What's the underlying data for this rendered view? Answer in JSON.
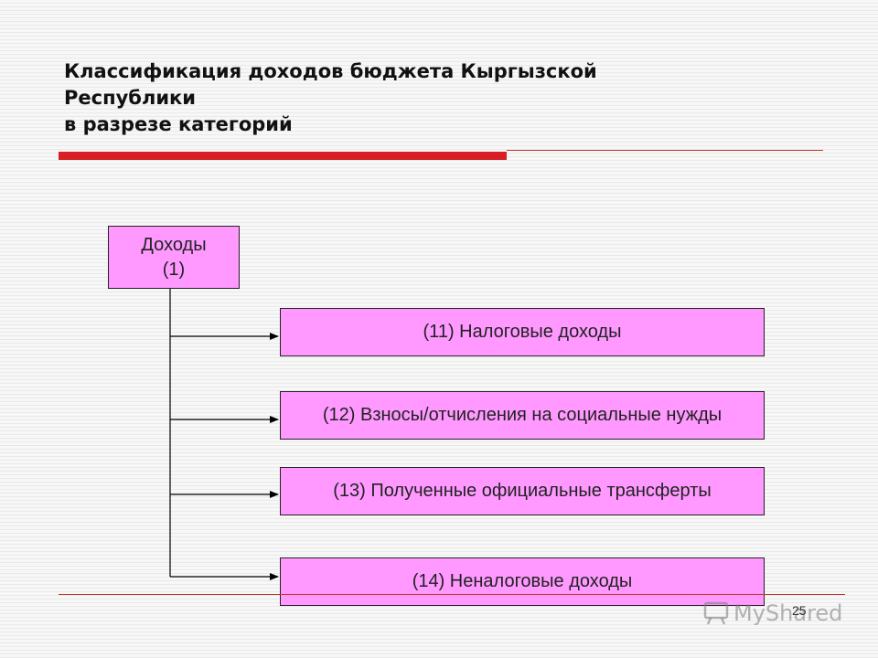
{
  "slide": {
    "title_lines": [
      "Классификация доходов бюджета Кыргызской",
      "Республики",
      "в разрезе категорий"
    ],
    "page_number": "25"
  },
  "diagram": {
    "root": {
      "line1": "Доходы",
      "line2": "(1)"
    },
    "children": [
      "(11) Налоговые доходы",
      "(12) Взносы/отчисления на социальные нужды",
      "(13) Полученные официальные трансферты",
      "(14) Неналоговые доходы"
    ]
  },
  "watermark": {
    "text": "MyShared"
  },
  "colors": {
    "box_fill": "#ff99ff",
    "accent_red": "#d81f26"
  }
}
